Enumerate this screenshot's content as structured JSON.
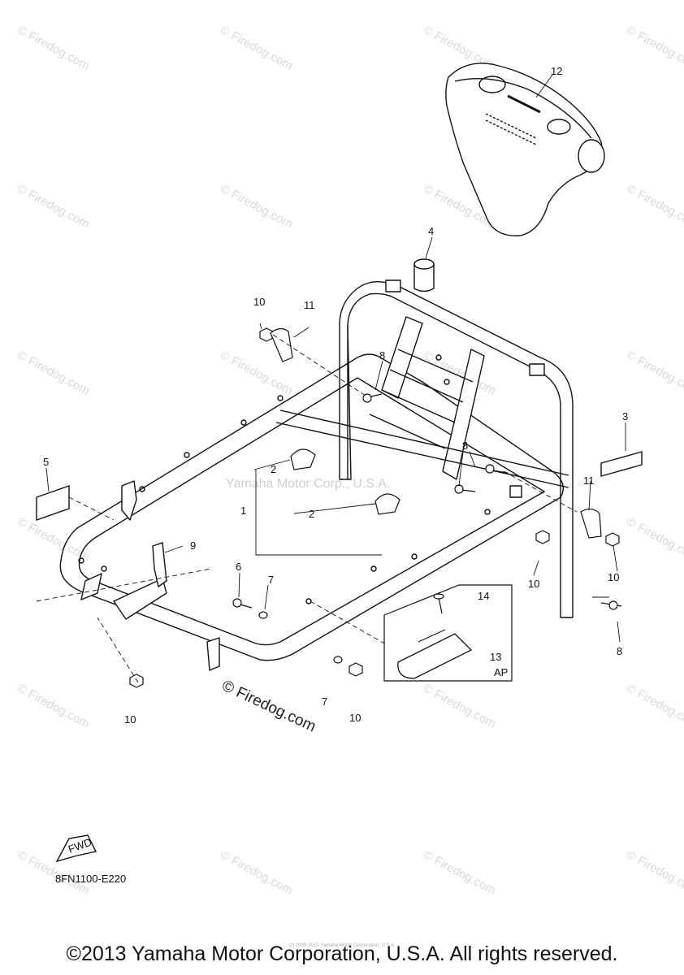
{
  "diagram": {
    "callouts": [
      "1",
      "2",
      "2",
      "3",
      "4",
      "5",
      "6",
      "7",
      "7",
      "8",
      "8",
      "8",
      "9",
      "10",
      "10",
      "10",
      "10",
      "10",
      "11",
      "11",
      "12",
      "13",
      "14"
    ],
    "inset_label": "AP",
    "fwd_label": "FWD",
    "part_code": "8FN1100-E220",
    "center_watermark": "Yamaha Motor Corp., U.S.A.",
    "firedog_watermark": "© Firedog.com",
    "big_watermark": "© Firedog.com"
  },
  "footer": {
    "tiny_text": "(c) 2005-2015 Yamaha Motor Corporation, U.S.A.",
    "copyright": "©2013 Yamaha Motor Corporation, U.S.A. All rights reserved."
  }
}
